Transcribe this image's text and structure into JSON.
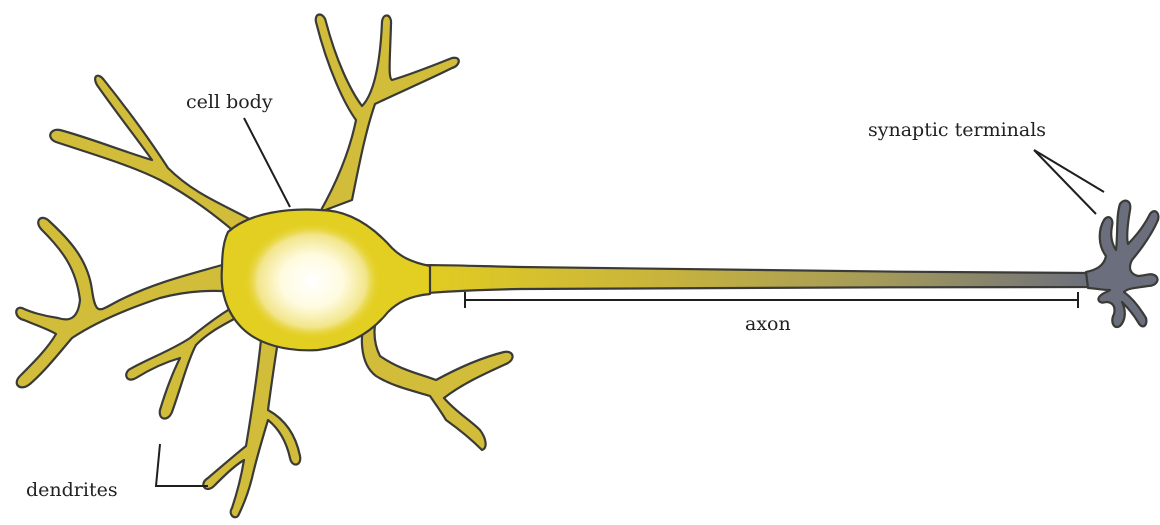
{
  "labels": {
    "cell_body": "cell body",
    "synaptic_terminals": "synaptic terminals",
    "axon": "axon",
    "dendrites": "dendrites"
  },
  "colors": {
    "neuron_fill": "#d6c02e",
    "cell_body_core": "#e8d320",
    "nucleus_glow": "#ffffff",
    "axon_end": "#6b6f7d",
    "terminal_fill": "#6b6e7c",
    "outline": "#3a3a36"
  }
}
